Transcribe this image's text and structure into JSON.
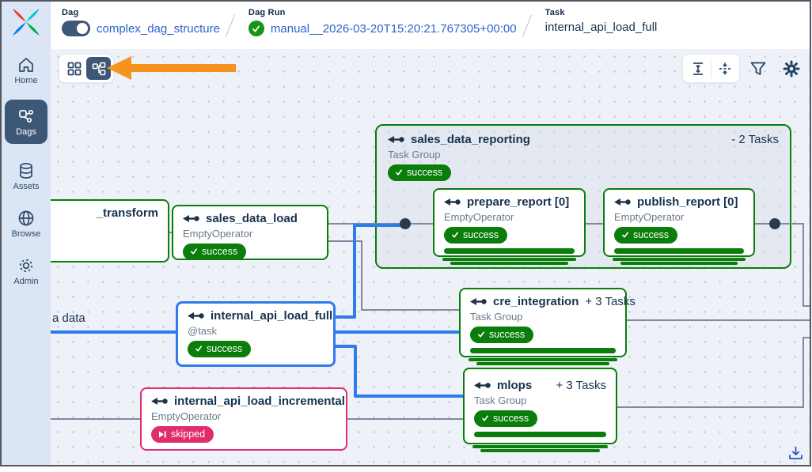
{
  "header": {
    "dag_label": "Dag",
    "dag_name": "complex_dag_structure",
    "dag_run_label": "Dag Run",
    "dag_run_name": "manual__2026-03-20T15:20:21.767305+00:00",
    "task_label": "Task",
    "task_name": "internal_api_load_full",
    "separator": "/"
  },
  "sidebar": {
    "items": [
      {
        "label": "Home",
        "icon": "home-icon",
        "active": false
      },
      {
        "label": "Dags",
        "icon": "dags-graph-icon",
        "active": true
      },
      {
        "label": "Assets",
        "icon": "database-icon",
        "active": false
      },
      {
        "label": "Browse",
        "icon": "globe-icon",
        "active": false
      },
      {
        "label": "Admin",
        "icon": "gear-icon",
        "active": false
      }
    ]
  },
  "canvas": {
    "edge_label": "a data",
    "groups": {
      "sales_data_reporting": {
        "title": "sales_data_reporting",
        "subtitle": "Task Group",
        "status": "success",
        "tasks_badge": "- 2 Tasks"
      }
    },
    "nodes": {
      "transform_partial": {
        "title": "_transform"
      },
      "sales_data_load": {
        "title": "sales_data_load",
        "operator": "EmptyOperator",
        "status": "success"
      },
      "prepare_report": {
        "title": "prepare_report [0]",
        "operator": "EmptyOperator",
        "status": "success"
      },
      "publish_report": {
        "title": "publish_report [0]",
        "operator": "EmptyOperator",
        "status": "success"
      },
      "internal_api_load_full": {
        "title": "internal_api_load_full",
        "operator": "@task",
        "status": "success",
        "selected": true
      },
      "internal_api_load_incremental": {
        "title": "internal_api_load_incremental",
        "operator": "EmptyOperator",
        "status": "skipped"
      },
      "cre_integration": {
        "title": "cre_integration",
        "subtitle": "Task Group",
        "status": "success",
        "tasks_badge": "+ 3 Tasks"
      },
      "mlops": {
        "title": "mlops",
        "subtitle": "Task Group",
        "status": "success",
        "tasks_badge": "+ 3 Tasks"
      }
    }
  },
  "colors": {
    "success_green": "#0a7d0b",
    "skipped_pink": "#e02d6d",
    "selected_blue": "#2e7bea",
    "edge_gray": "#7d8aa0",
    "annotation_orange": "#f6931d",
    "sidebar_active": "#3d5876",
    "link_blue": "#2a64cc"
  }
}
